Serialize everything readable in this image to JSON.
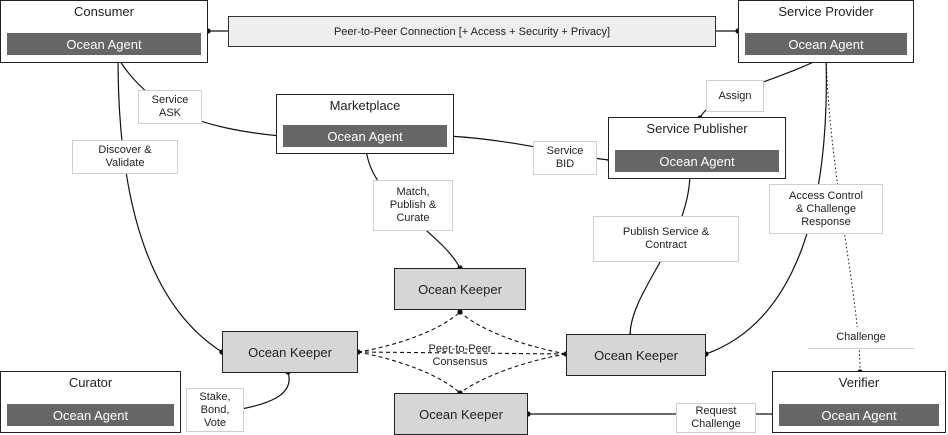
{
  "agent_label": "Ocean Agent",
  "keeper_label": "Ocean Keeper",
  "nodes": {
    "consumer": "Consumer",
    "service_provider": "Service Provider",
    "marketplace": "Marketplace",
    "service_publisher": "Service Publisher",
    "curator": "Curator",
    "verifier": "Verifier"
  },
  "connection_labels": {
    "p2p": "Peer-to-Peer Connection [+ Access + Security + Privacy]",
    "service_ask": "Service\nASK",
    "discover_validate": "Discover &\nValidate",
    "assign": "Assign",
    "service_bid": "Service\nBID",
    "match_publish_curate": "Match,\nPublish &\nCurate",
    "publish_service_contract": "Publish Service &\nContract",
    "access_control": "Access Control\n& Challenge\nResponse",
    "challenge": "Challenge",
    "peer_consensus": "Peer-to-Peer\nConsensus",
    "stake_bond_vote": "Stake,\nBond,\nVote",
    "request_challenge": "Request\nChallenge"
  }
}
